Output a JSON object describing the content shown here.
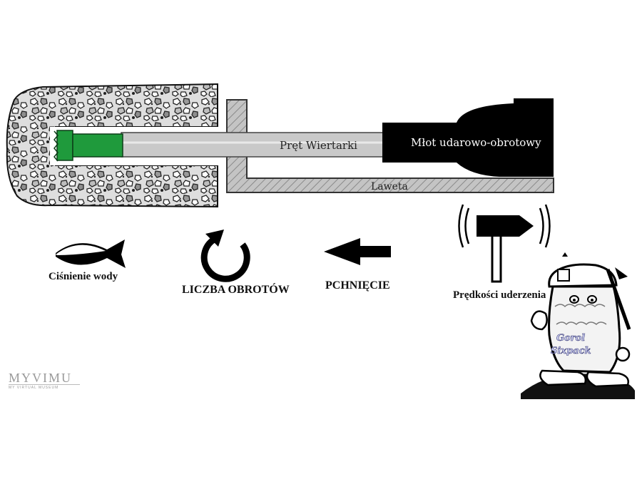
{
  "labels": {
    "rod": "Pręt Wiertarki",
    "hammer": "Młot udarowo-obrotowy",
    "frame": "Laweta",
    "water_pressure": "Ciśnienie wody",
    "rotation_count": "LICZBA OBROTÓW",
    "push": "PCHNIĘCIE",
    "impact_speed": "Prędkości uderzenia"
  },
  "mascot": {
    "name_line1": "Gorol",
    "name_line2": "Sixpack"
  },
  "watermark": {
    "main": "MYVIMU",
    "sub": "MY VIRTUAL MUSEUM"
  },
  "colors": {
    "bit": "#1f9a3c",
    "rock_fill": "#cfcfcf",
    "rod": "#c8c8c8",
    "hammer": "#000000",
    "frame": "#bdbdbd"
  },
  "icons": [
    "fish-icon",
    "rotation-icon",
    "left-arrow-icon",
    "hammer-icon"
  ]
}
